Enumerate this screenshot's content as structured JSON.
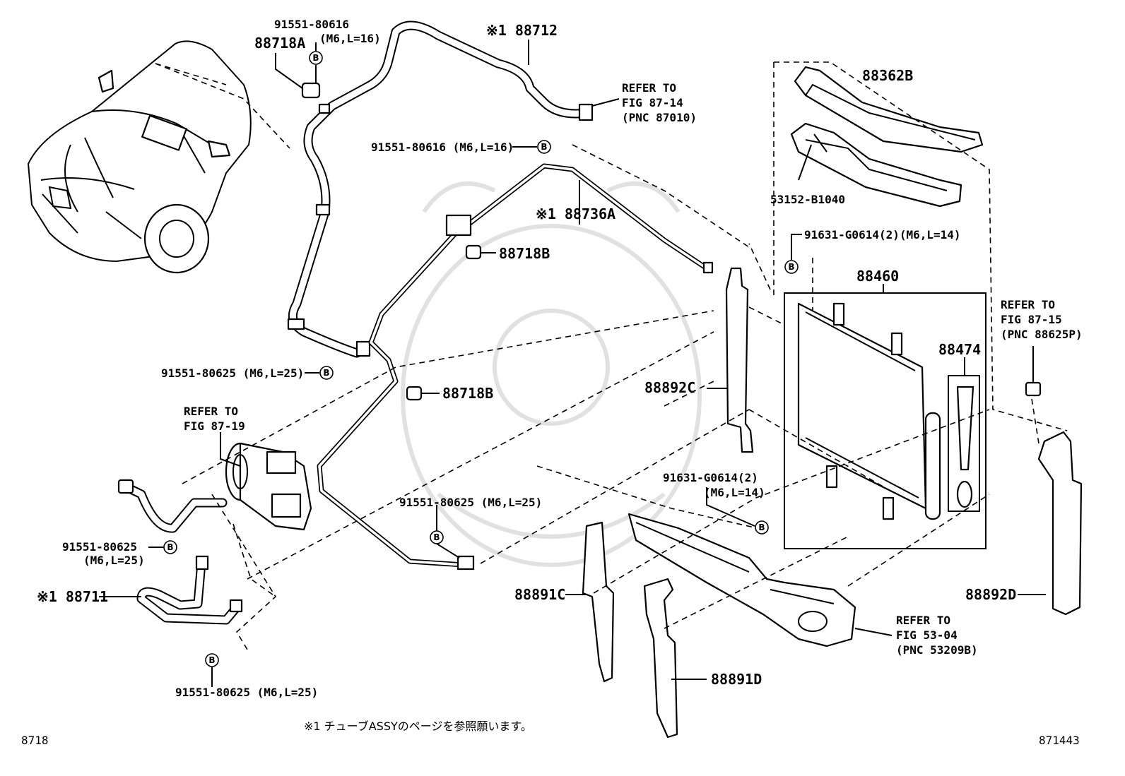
{
  "labels": {
    "p88718A": "88718A",
    "b1_pn": "91551-80616",
    "b1_spec": "(M6,L=16)",
    "p88712": "※1 88712",
    "ref1_l1": "REFER TO",
    "ref1_l2": "FIG 87-14",
    "ref1_l3": "(PNC 87010)",
    "b2": "91551-80616 (M6,L=16)",
    "p88736A": "※1 88736A",
    "p88718B_a": "88718B",
    "b3": "91551-80625 (M6,L=25)",
    "p88718B_b": "88718B",
    "ref2_l1": "REFER TO",
    "ref2_l2": "FIG 87-19",
    "b4": "91551-80625 (M6,L=25)",
    "b5_pn": "91551-80625",
    "b5_spec": "(M6,L=25)",
    "p88711": "※1 88711",
    "b6": "91551-80625 (M6,L=25)",
    "p88362B": "88362B",
    "p53152": "53152-B1040",
    "b7": "91631-G0614(2)(M6,L=14)",
    "p88460": "88460",
    "p88474": "88474",
    "p88892C": "88892C",
    "b8_pn": "91631-G0614(2)",
    "b8_spec": "(M6,L=14)",
    "ref3_l1": "REFER TO",
    "ref3_l2": "FIG 87-15",
    "ref3_l3": "(PNC 88625P)",
    "p88892D": "88892D",
    "p88891C": "88891C",
    "p88891D": "88891D",
    "ref4_l1": "REFER TO",
    "ref4_l2": "FIG 53-04",
    "ref4_l3": "(PNC 53209B)",
    "note": "※1 チューブASSYのページを参照願います。",
    "fig_code": "8718",
    "illus_code": "871443",
    "bolt_mark": "B"
  }
}
